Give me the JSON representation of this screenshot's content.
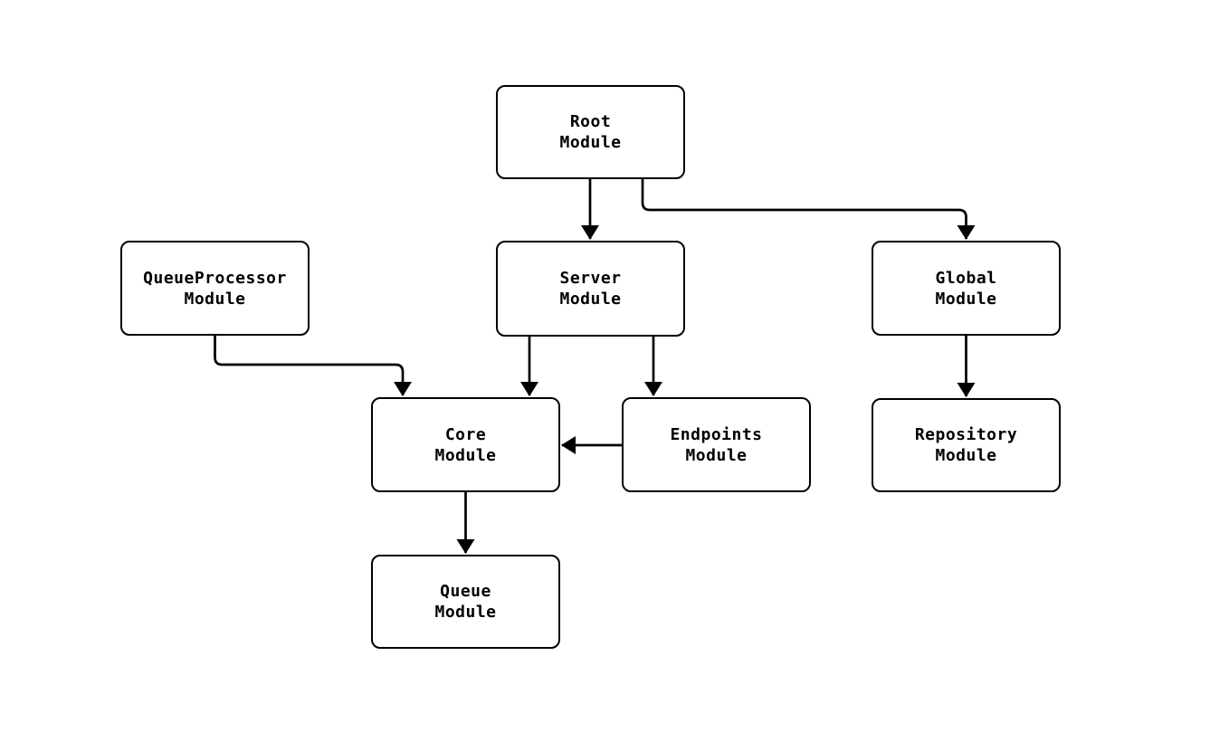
{
  "diagram": {
    "type": "module-dependency-flowchart",
    "background_color": "#ffffff",
    "node_fill_color": "#ffffff",
    "node_border_color": "#000000",
    "edge_color": "#000000",
    "text_color": "#000000"
  },
  "nodes": [
    {
      "id": "root",
      "label": "Root\nModule"
    },
    {
      "id": "queueprocessor",
      "label": "QueueProcessor\nModule"
    },
    {
      "id": "server",
      "label": "Server\nModule"
    },
    {
      "id": "global",
      "label": "Global\nModule"
    },
    {
      "id": "core",
      "label": "Core\nModule"
    },
    {
      "id": "endpoints",
      "label": "Endpoints\nModule"
    },
    {
      "id": "repository",
      "label": "Repository\nModule"
    },
    {
      "id": "queue",
      "label": "Queue\nModule"
    }
  ],
  "edges": [
    {
      "from": "root",
      "to": "server"
    },
    {
      "from": "root",
      "to": "global"
    },
    {
      "from": "queueprocessor",
      "to": "core"
    },
    {
      "from": "server",
      "to": "core"
    },
    {
      "from": "server",
      "to": "endpoints"
    },
    {
      "from": "endpoints",
      "to": "core"
    },
    {
      "from": "global",
      "to": "repository"
    },
    {
      "from": "core",
      "to": "queue"
    }
  ]
}
